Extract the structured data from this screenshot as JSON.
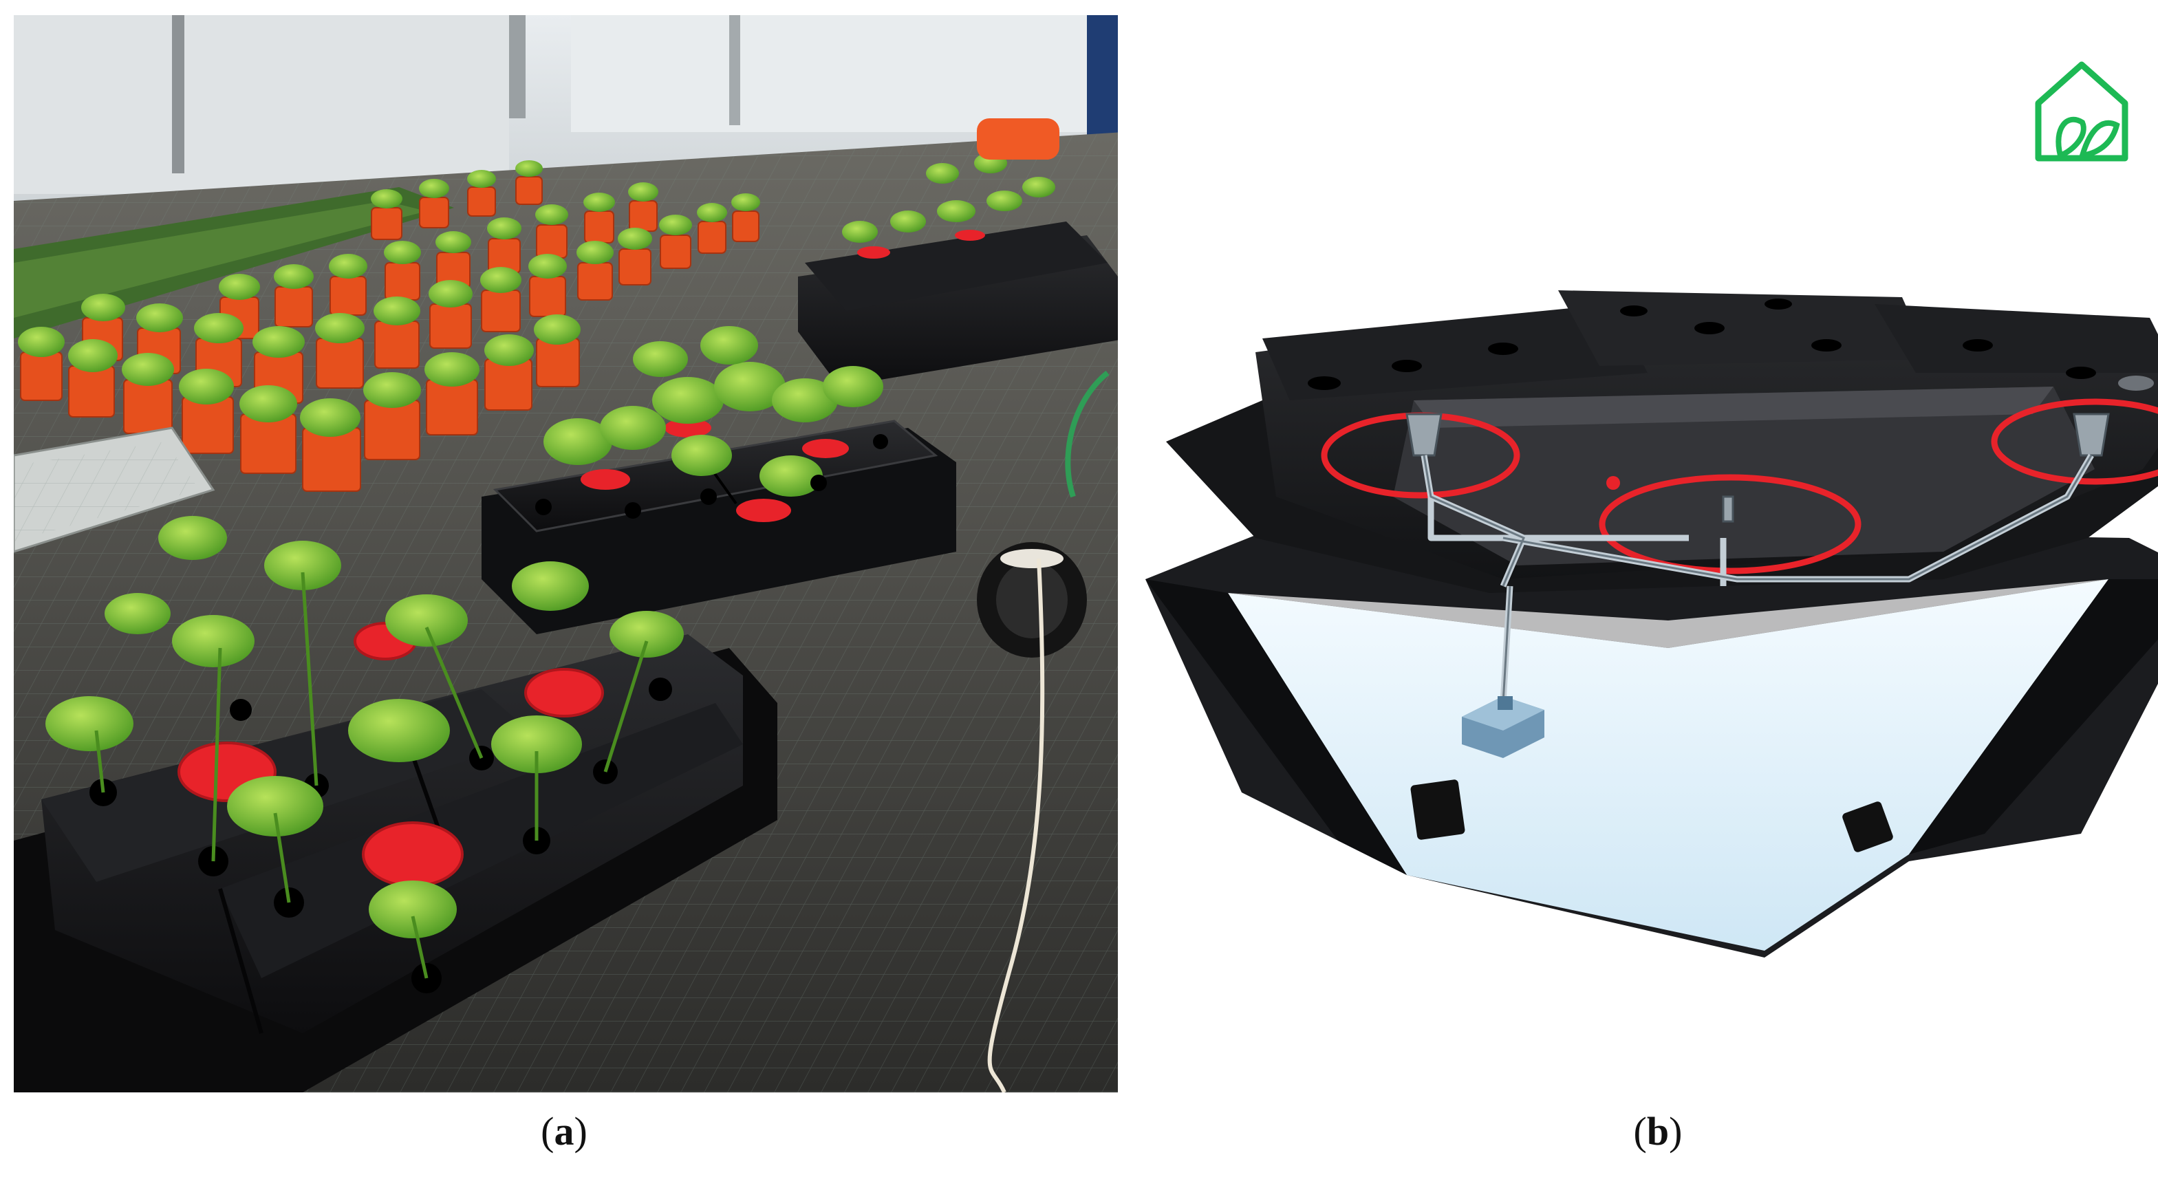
{
  "captions": {
    "a_open": "(",
    "a_letter": "a",
    "a_close": ")",
    "b_open": "(",
    "b_letter": "b",
    "b_close": ")"
  },
  "colors": {
    "accent_red": "#e8232a",
    "pot_orange": "#e6501d",
    "plant_green": "#5fb42b",
    "tray_black": "#151618",
    "logo_green": "#1db954",
    "reservoir_blue": "#dbeef8"
  },
  "panels": [
    {
      "id": "a",
      "subject": "photo-greenhouse-hydroponic-trays"
    },
    {
      "id": "b",
      "subject": "cutaway-render-hydroponic-tray"
    }
  ],
  "icons": {
    "logo": "house-leaf-logo-icon"
  }
}
